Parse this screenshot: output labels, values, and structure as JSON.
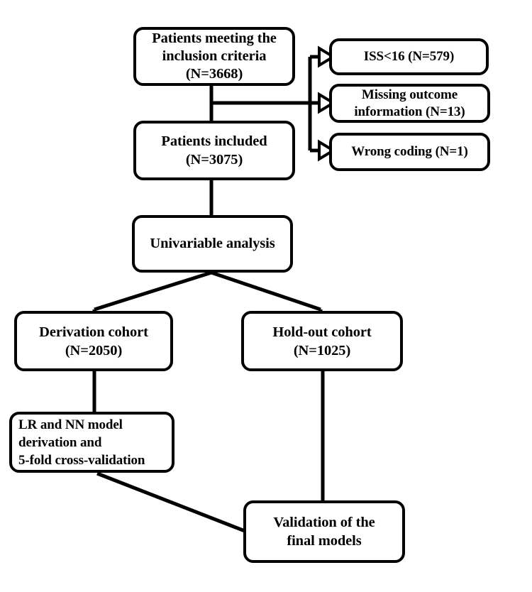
{
  "diagram": {
    "title": "Study participant flow diagram",
    "stroke_color": "#000000",
    "fill_color": "#ffffff",
    "nodes": {
      "inclusion": {
        "name": "patients-meeting-inclusion-criteria",
        "lines": [
          "Patients meeting the",
          "inclusion criteria",
          "(N=3668)"
        ],
        "count": 3668
      },
      "iss": {
        "name": "excluded-iss",
        "lines": [
          "ISS<16 (N=579)"
        ],
        "count": 579
      },
      "missing": {
        "name": "excluded-missing-outcome",
        "lines": [
          "Missing outcome",
          "information (N=13)"
        ],
        "count": 13
      },
      "wrong": {
        "name": "excluded-wrong-coding",
        "lines": [
          "Wrong coding (N=1)"
        ],
        "count": 1
      },
      "included": {
        "name": "patients-included",
        "lines": [
          "Patients included",
          "(N=3075)"
        ],
        "count": 3075
      },
      "univariable": {
        "name": "univariable-analysis",
        "lines": [
          "Univariable analysis"
        ]
      },
      "derivation": {
        "name": "derivation-cohort",
        "lines": [
          "Derivation cohort",
          "(N=2050)"
        ],
        "count": 2050
      },
      "holdout": {
        "name": "hold-out-cohort",
        "lines": [
          "Hold-out cohort",
          "(N=1025)"
        ],
        "count": 1025
      },
      "lrnn": {
        "name": "model-derivation-and-cross-validation",
        "lines": [
          "LR and NN model",
          "derivation and",
          "5-fold cross-validation"
        ]
      },
      "validation": {
        "name": "validation-of-final-models",
        "lines": [
          "Validation of the",
          "final models"
        ]
      }
    }
  }
}
